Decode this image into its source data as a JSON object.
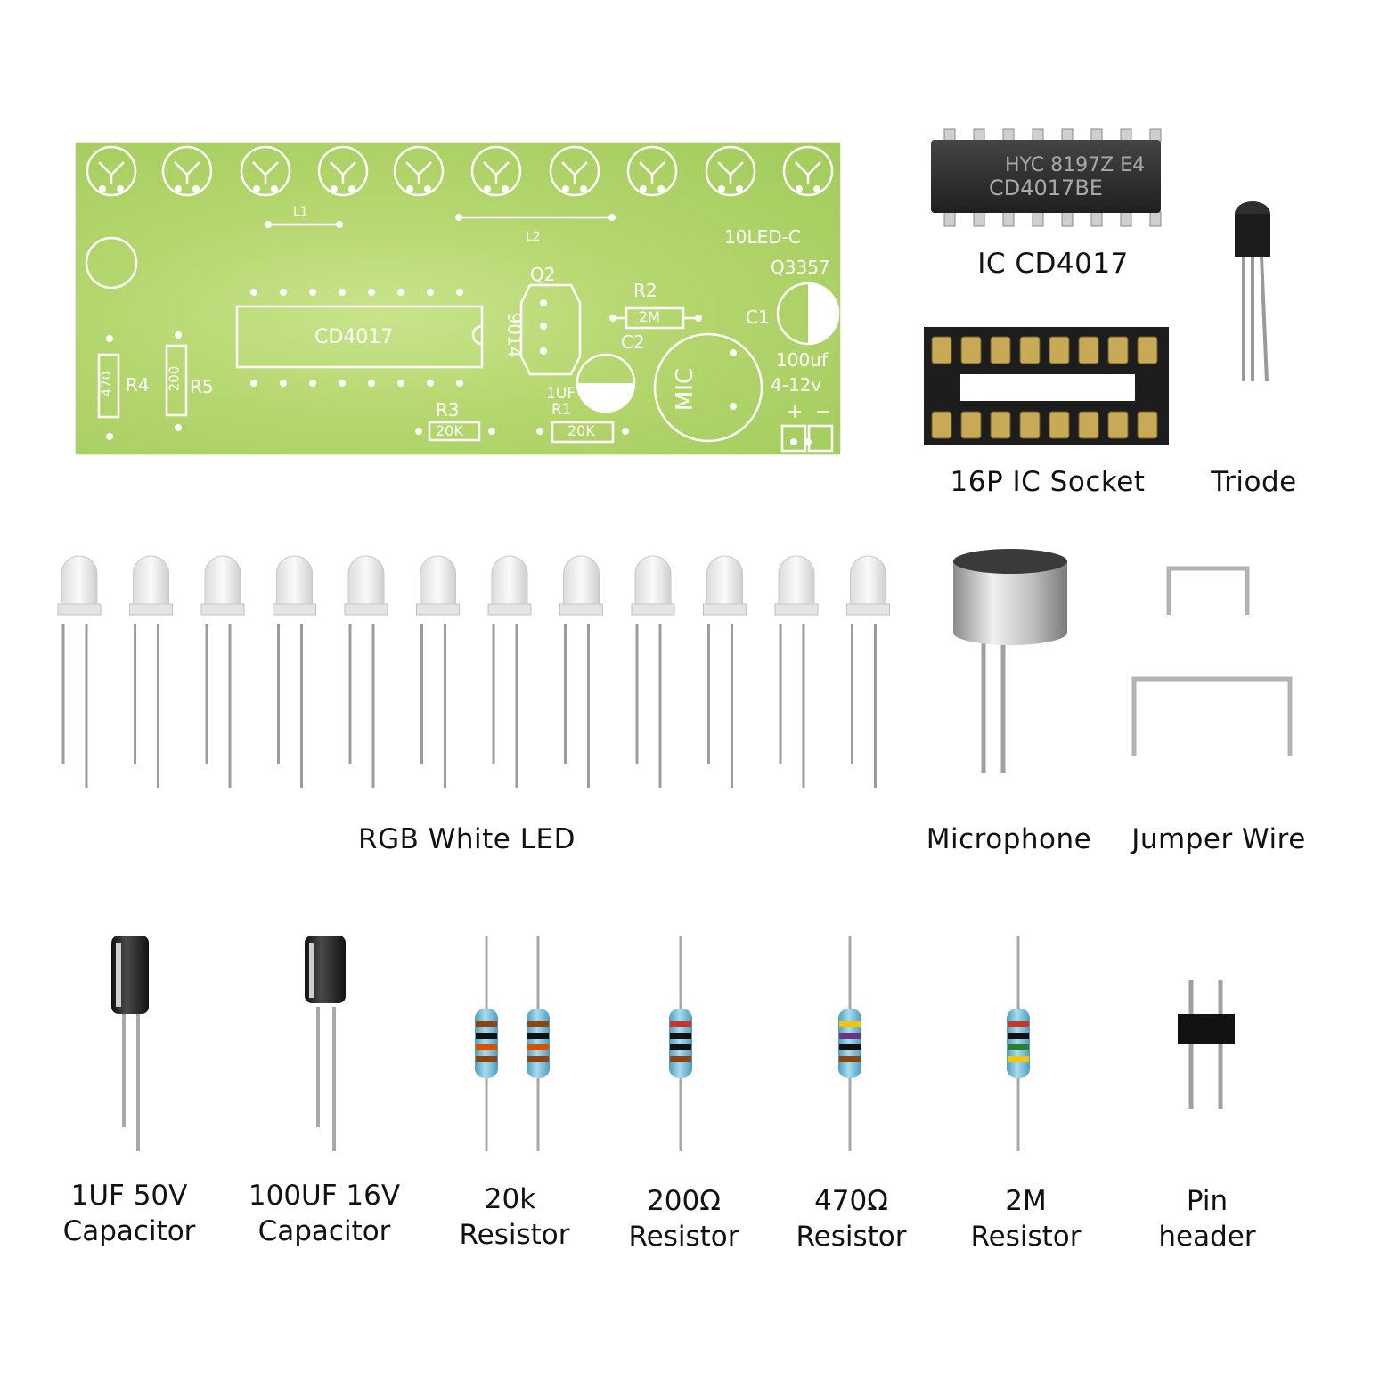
{
  "pcb": {
    "board_label": "10LED-C",
    "ic_label": "CD4017",
    "transistor_q2": "Q2",
    "transistor_q2_part": "9014",
    "q3357": "Q3357",
    "c1": "C1",
    "c1_value": "100uf",
    "voltage": "4-12v",
    "c2": "C2",
    "c2_value": "1UF",
    "r1": "R1",
    "r2": "R2",
    "r2_value": "2M",
    "r3": "R3",
    "r3_value": "20K",
    "r1_value": "20K",
    "r4": "R4",
    "r4_value": "470",
    "r5": "R5",
    "r5_value": "200",
    "l1": "L1",
    "l2": "L2",
    "mic": "MIC",
    "plus": "+",
    "minus": "−"
  },
  "chip": {
    "line1": "HYC  8197Z E4",
    "line2": "CD4017BE"
  },
  "labels": {
    "ic": "IC CD4017",
    "socket": "16P IC Socket",
    "triode": "Triode",
    "led": "RGB White LED",
    "microphone": "Microphone",
    "jumper": "Jumper Wire",
    "cap1_line1": "1UF 50V",
    "cap1_line2": "Capacitor",
    "cap2_line1": "100UF 16V",
    "cap2_line2": "Capacitor",
    "res20k_line1": "20k",
    "res20k_line2": "Resistor",
    "res200_line1": "200Ω",
    "res200_line2": "Resistor",
    "res470_line1": "470Ω",
    "res470_line2": "Resistor",
    "res2m_line1": "2M",
    "res2m_line2": "Resistor",
    "pin_line1": "Pin",
    "pin_line2": "header"
  },
  "colors": {
    "pcb_green": "#b4d66e",
    "silk": "#ffffff",
    "chip_black": "#2b2b2b",
    "resistor_blue": "#6fb5d6",
    "capacitor_black": "#1e1e1e"
  }
}
